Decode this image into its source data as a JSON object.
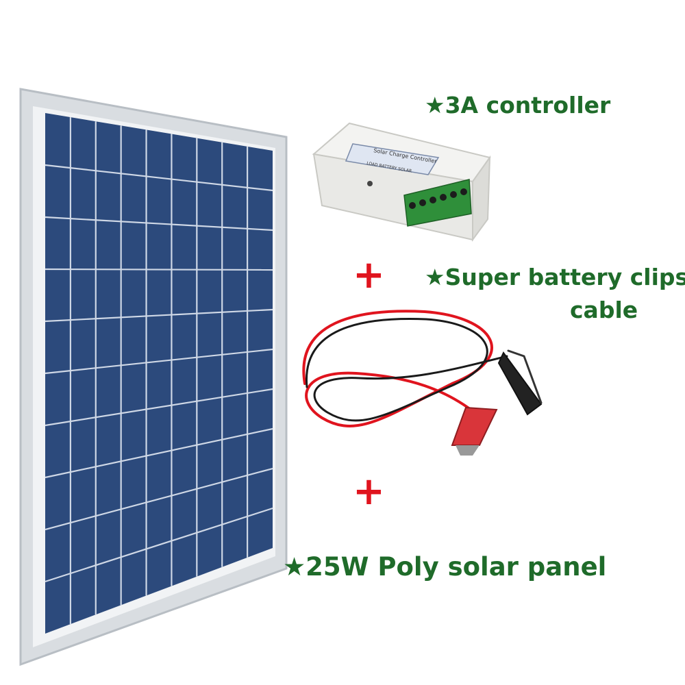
{
  "labels": {
    "controller": "★3A controller",
    "clips_line1": "★Super battery clips",
    "clips_line2": "cable",
    "panel": "★25W Poly solar panel",
    "plus": "+"
  },
  "colors": {
    "label_green": "#1f6b2a",
    "plus_red": "#e0141e",
    "panel_cell": "#2c4a7c",
    "frame": "#d9dde1"
  },
  "product_text": {
    "controller_title": "Solar Charge Controller",
    "controller_terminals": "LOAD BATTERY SOLAR"
  }
}
